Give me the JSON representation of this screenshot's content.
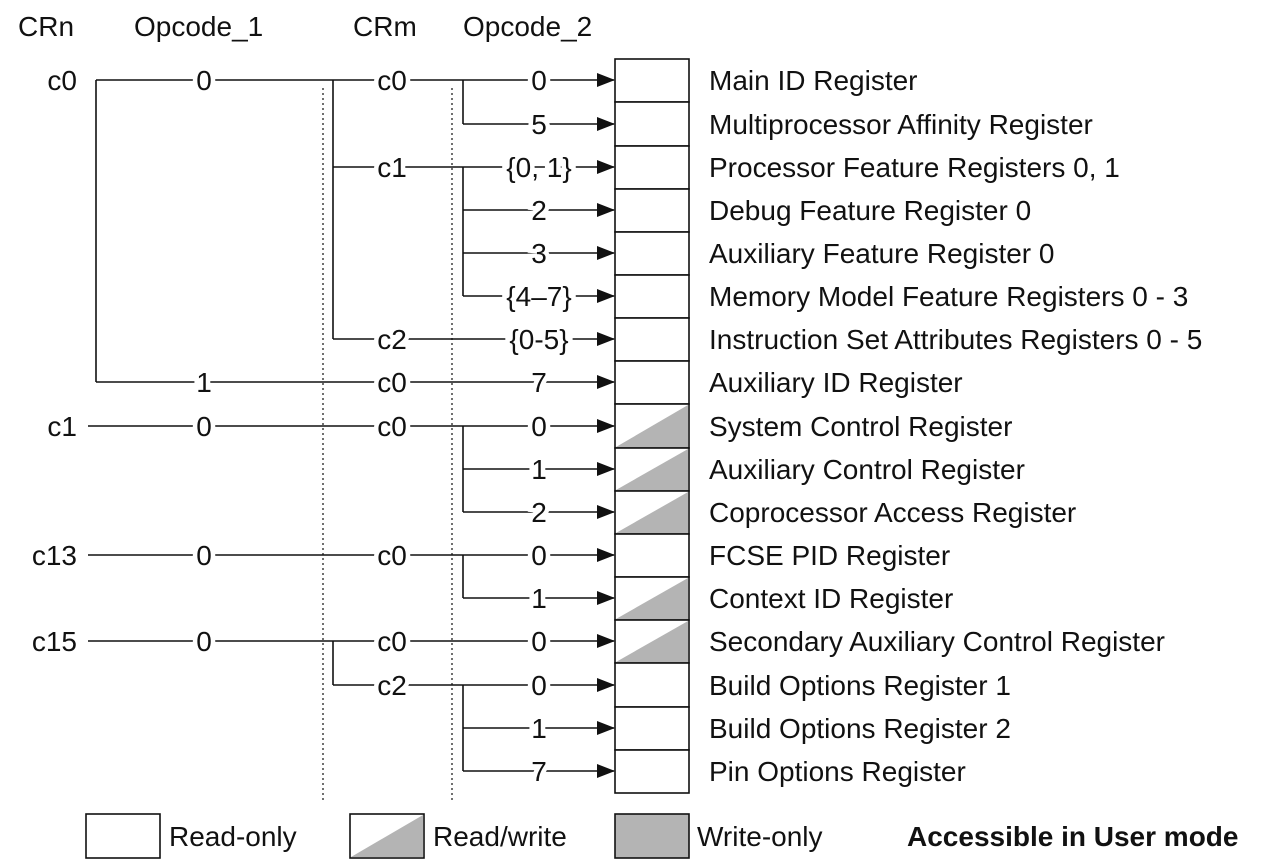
{
  "headers": {
    "crn": "CRn",
    "opcode1": "Opcode_1",
    "crm": "CRm",
    "opcode2": "Opcode_2"
  },
  "colors": {
    "read_write_fill": "#b4b4b4",
    "line": "#111111",
    "box_border": "#111111"
  },
  "rows": [
    {
      "crn": "c0",
      "op1": "0",
      "crm": "c0",
      "op2": "0",
      "name": "Main ID Register",
      "access": "read-only"
    },
    {
      "crn": "",
      "op1": "",
      "crm": "",
      "op2": "5",
      "name": "Multiprocessor Affinity Register",
      "access": "read-only"
    },
    {
      "crn": "",
      "op1": "",
      "crm": "c1",
      "op2": "{0, 1}",
      "name": "Processor Feature Registers 0, 1",
      "access": "read-only"
    },
    {
      "crn": "",
      "op1": "",
      "crm": "",
      "op2": "2",
      "name": "Debug Feature Register 0",
      "access": "read-only"
    },
    {
      "crn": "",
      "op1": "",
      "crm": "",
      "op2": "3",
      "name": "Auxiliary Feature Register 0",
      "access": "read-only"
    },
    {
      "crn": "",
      "op1": "",
      "crm": "",
      "op2": "{4–7}",
      "name": "Memory Model Feature Registers 0 - 3",
      "access": "read-only"
    },
    {
      "crn": "",
      "op1": "",
      "crm": "c2",
      "op2": "{0-5}",
      "name": "Instruction Set Attributes Registers 0 - 5",
      "access": "read-only"
    },
    {
      "crn": "",
      "op1": "1",
      "crm": "c0",
      "op2": "7",
      "name": "Auxiliary ID Register",
      "access": "read-only"
    },
    {
      "crn": "c1",
      "op1": "0",
      "crm": "c0",
      "op2": "0",
      "name": "System Control Register",
      "access": "read-write"
    },
    {
      "crn": "",
      "op1": "",
      "crm": "",
      "op2": "1",
      "name": "Auxiliary Control Register",
      "access": "read-write"
    },
    {
      "crn": "",
      "op1": "",
      "crm": "",
      "op2": "2",
      "name": "Coprocessor Access Register",
      "access": "read-write"
    },
    {
      "crn": "c13",
      "op1": "0",
      "crm": "c0",
      "op2": "0",
      "name": "FCSE  PID Register",
      "access": "read-only"
    },
    {
      "crn": "",
      "op1": "",
      "crm": "",
      "op2": "1",
      "name": "Context ID Register",
      "access": "read-write"
    },
    {
      "crn": "c15",
      "op1": "0",
      "crm": "c0",
      "op2": "0",
      "name": "Secondary Auxiliary Control Register",
      "access": "read-write"
    },
    {
      "crn": "",
      "op1": "",
      "crm": "c2",
      "op2": "0",
      "name": "Build Options Register 1",
      "access": "read-only"
    },
    {
      "crn": "",
      "op1": "",
      "crm": "",
      "op2": "1",
      "name": "Build Options Register 2",
      "access": "read-only"
    },
    {
      "crn": "",
      "op1": "",
      "crm": "",
      "op2": "7",
      "name": "Pin Options Register",
      "access": "read-only"
    }
  ],
  "legend": {
    "read_only": "Read-only",
    "read_write": "Read/write",
    "write_only": "Write-only",
    "title": "Accessible in User mode"
  }
}
